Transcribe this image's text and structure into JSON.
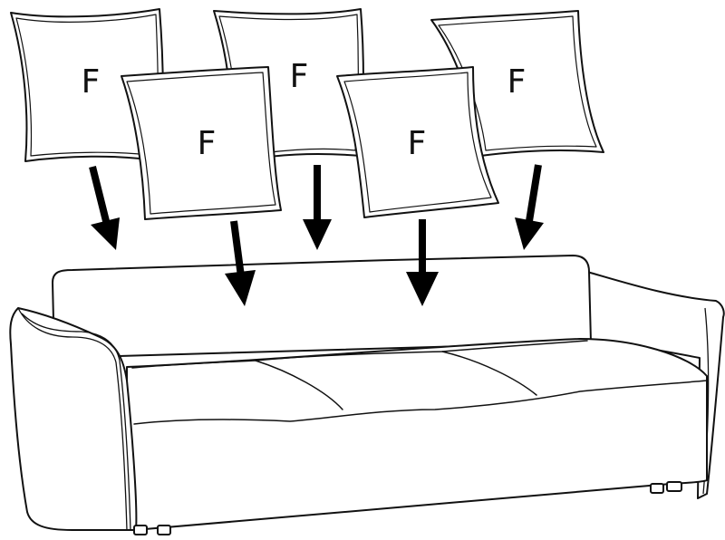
{
  "diagram": {
    "cushions": [
      {
        "label": "F"
      },
      {
        "label": "F"
      },
      {
        "label": "F"
      },
      {
        "label": "F"
      },
      {
        "label": "F"
      }
    ]
  }
}
